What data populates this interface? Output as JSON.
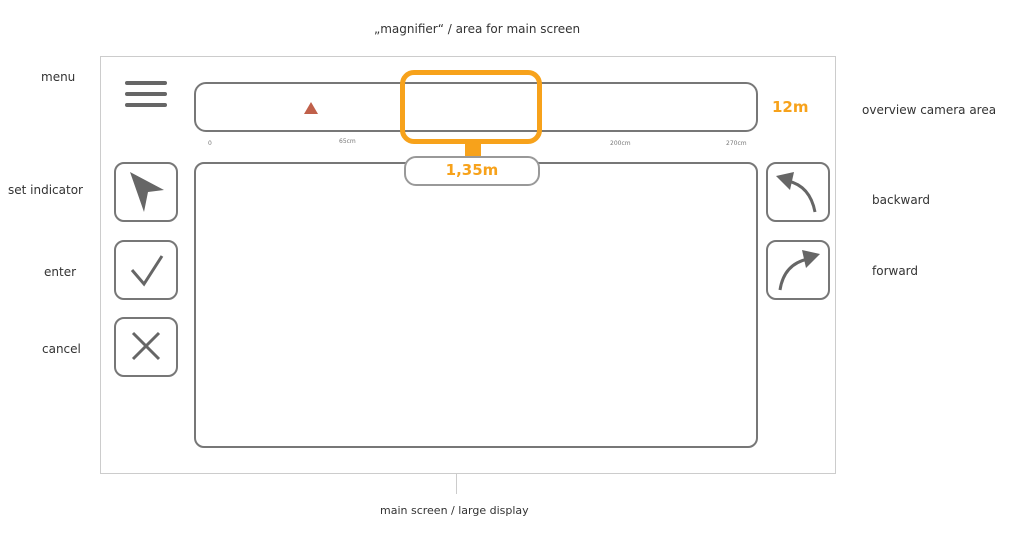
{
  "annotations": {
    "magnifier": "„magnifier“ / area for main screen",
    "menu": "menu",
    "overview": "overview camera area",
    "set_indicator": "set indicator",
    "enter": "enter",
    "cancel": "cancel",
    "backward": "backward",
    "forward": "forward",
    "main_screen": "main screen / large display"
  },
  "overview": {
    "range": "12m",
    "ticks": [
      "0",
      "65cm",
      "200cm",
      "270cm"
    ]
  },
  "magnifier": {
    "distance": "1,35m"
  },
  "colors": {
    "accent": "#f7a21b",
    "marker": "#c0604a",
    "stroke": "#777777"
  }
}
